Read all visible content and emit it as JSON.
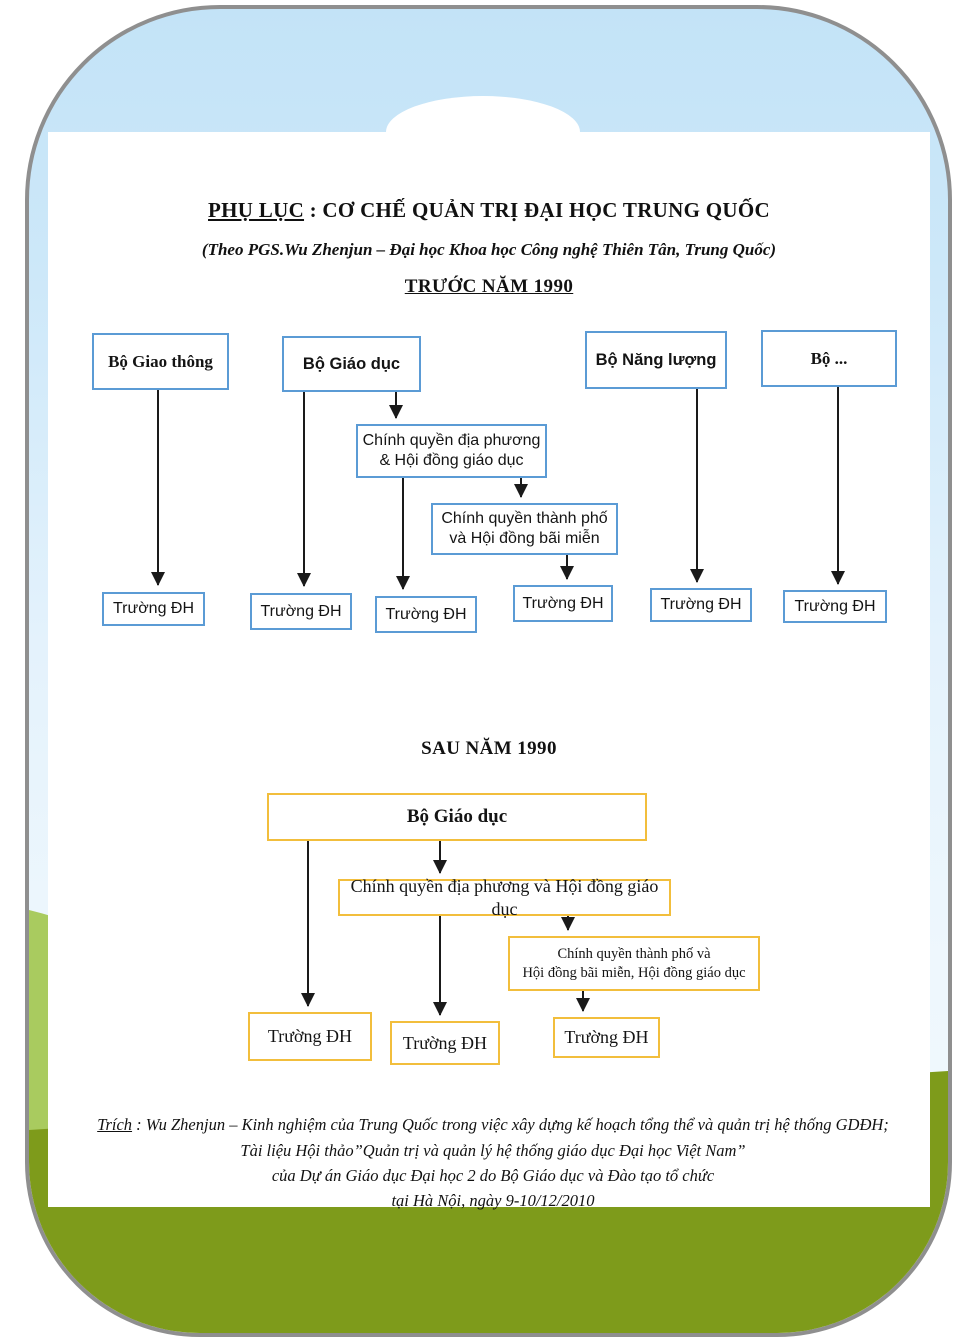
{
  "page": {
    "title_u": "PHỤ LỤC",
    "title_rest": " : CƠ CHẾ QUẢN TRỊ ĐẠI HỌC TRUNG QUỐC",
    "subtitle": "(Theo PGS.Wu Zhenjun – Đại học Khoa học Công nghệ Thiên Tân, Trung Quốc)"
  },
  "colors": {
    "box_border_blue": "#5B9BD5",
    "box_border_gold": "#F2BE3C",
    "sky_blue": "#C3E3F7",
    "hill_green": "#A9CB5F",
    "ground_olive": "#7E9B1B",
    "frame_gray": "#8F8F8F",
    "arrow_black": "#1A1A1A"
  },
  "before_1990": {
    "heading": "TRƯỚC NĂM 1990",
    "ministries": [
      "Bộ Giao thông",
      "Bộ Giáo dục",
      "Bộ Năng lượng",
      "Bộ ..."
    ],
    "local_gov": {
      "line1": "Chính quyền địa phương",
      "line2": "& Hội đồng giáo dục"
    },
    "city_gov": {
      "line1": "Chính quyền thành phố",
      "line2": "và Hội đồng bãi miễn"
    },
    "university": "Trường ĐH"
  },
  "after_1990": {
    "heading": "SAU NĂM 1990",
    "ministry": "Bộ Giáo dục",
    "local_gov": "Chính quyền địa phương và Hội đồng giáo dục",
    "city_gov": {
      "line1": "Chính quyền thành phố và",
      "line2": "Hội đồng bãi miễn, Hội đồng giáo dục"
    },
    "university": "Trường ĐH"
  },
  "footer": {
    "trich_label": "Trích",
    "line1_rest": " : Wu Zhenjun – Kinh nghiệm của Trung Quốc trong việc xây dựng kế hoạch tổng thể và quản trị hệ thống GDĐH;",
    "line2": "Tài liệu Hội thảo”Quản trị và quản lý hệ thống giáo dục Đại học Việt Nam”",
    "line3": "của Dự án Giáo dục Đại học 2 do Bộ Giáo dục và Đào tạo tổ chức",
    "line4": "tại Hà Nội, ngày 9-10/12/2010"
  }
}
